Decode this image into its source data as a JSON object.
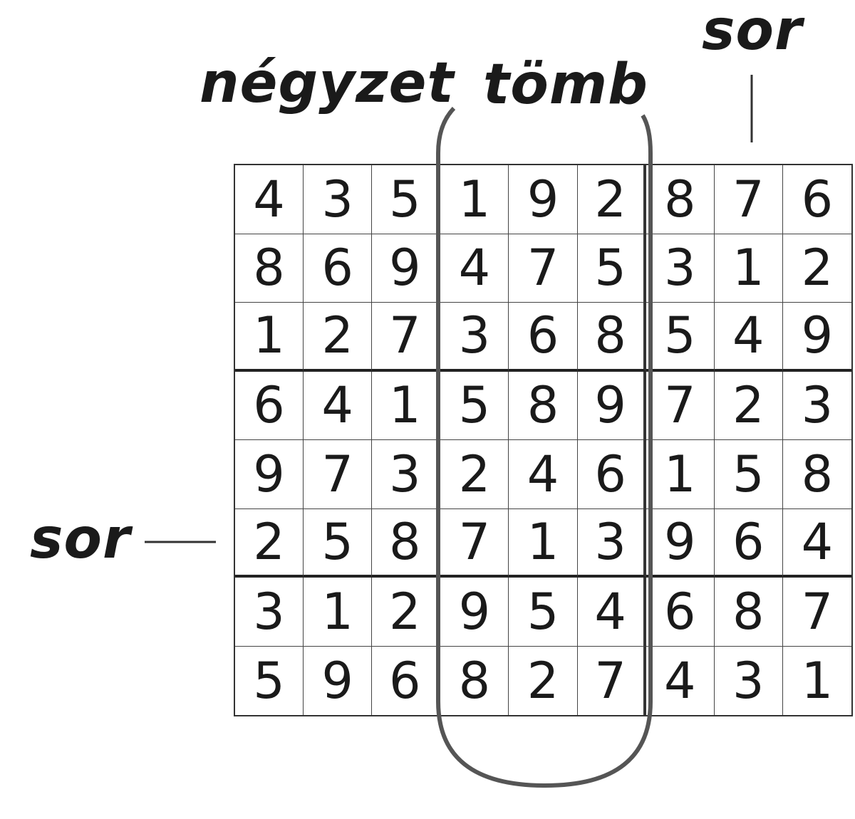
{
  "labels": {
    "square": "négyzet",
    "block": "tömb",
    "row_top": "sor",
    "row_left": "sor"
  },
  "grid": [
    [
      4,
      3,
      5,
      1,
      9,
      2,
      8,
      7,
      6
    ],
    [
      8,
      6,
      9,
      4,
      7,
      5,
      3,
      1,
      2
    ],
    [
      1,
      2,
      7,
      3,
      6,
      8,
      5,
      4,
      9
    ],
    [
      6,
      4,
      1,
      5,
      8,
      9,
      7,
      2,
      3
    ],
    [
      9,
      7,
      3,
      2,
      4,
      6,
      1,
      5,
      8
    ],
    [
      2,
      5,
      8,
      7,
      1,
      3,
      9,
      6,
      4
    ],
    [
      3,
      1,
      2,
      9,
      5,
      4,
      6,
      8,
      7
    ],
    [
      5,
      9,
      6,
      8,
      2,
      7,
      4,
      3,
      1
    ]
  ],
  "colors": {
    "outline": "#555555",
    "text": "#1a1a1a"
  }
}
